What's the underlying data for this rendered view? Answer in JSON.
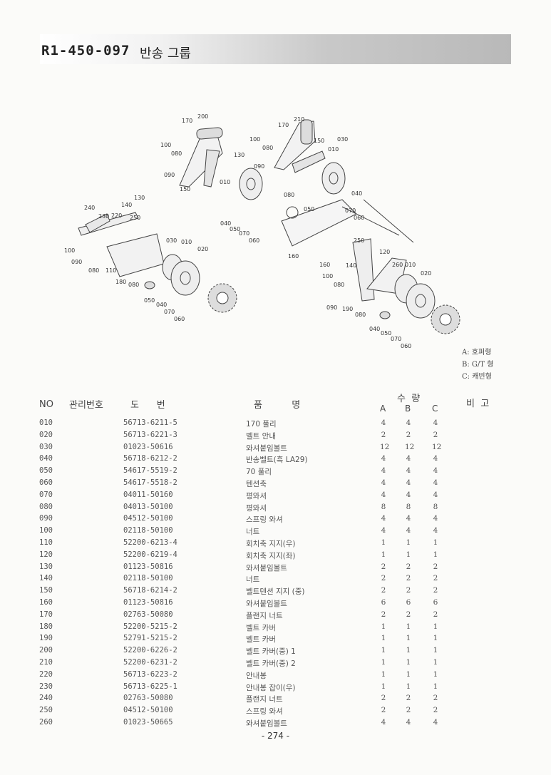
{
  "header": {
    "code": "R1-450-097",
    "title": "반송 그룹"
  },
  "legend": [
    "A: 호퍼형",
    "B: G/T 형",
    "C: 캐빈형"
  ],
  "diagram": {
    "callouts": [
      "170",
      "200",
      "100",
      "080",
      "090",
      "150",
      "170",
      "210",
      "100",
      "080",
      "130",
      "090",
      "150",
      "030",
      "010",
      "010",
      "080",
      "040",
      "130",
      "140",
      "240",
      "230",
      "220",
      "250",
      "100",
      "090",
      "080",
      "110",
      "030",
      "010",
      "020",
      "180",
      "080",
      "050",
      "040",
      "070",
      "060",
      "040",
      "050",
      "070",
      "060",
      "050",
      "070",
      "060",
      "160",
      "160",
      "250",
      "140",
      "120",
      "260",
      "010",
      "020",
      "100",
      "080",
      "090",
      "190",
      "080",
      "040",
      "050",
      "070",
      "060"
    ]
  },
  "table": {
    "headers": {
      "no": "NO",
      "mgmt": "관리번호",
      "drawing": "도      번",
      "name": "품          명",
      "qty": "수  량",
      "a": "A",
      "b": "B",
      "c": "C",
      "remarks": "비  고"
    },
    "rows": [
      {
        "no": "010",
        "drawing": "56713-6211-5",
        "name": "170 풀리",
        "a": "4",
        "b": "4",
        "c": "4"
      },
      {
        "no": "020",
        "drawing": "56713-6221-3",
        "name": "벨트 안내",
        "a": "2",
        "b": "2",
        "c": "2"
      },
      {
        "no": "030",
        "drawing": "01023-50616",
        "name": "와셔붙임볼트",
        "a": "12",
        "b": "12",
        "c": "12"
      },
      {
        "no": "040",
        "drawing": "56718-6212-2",
        "name": "반송벨트(흑 LA29)",
        "a": "4",
        "b": "4",
        "c": "4"
      },
      {
        "no": "050",
        "drawing": "54617-5519-2",
        "name": "70 풀리",
        "a": "4",
        "b": "4",
        "c": "4"
      },
      {
        "no": "060",
        "drawing": "54617-5518-2",
        "name": "텐션축",
        "a": "4",
        "b": "4",
        "c": "4"
      },
      {
        "no": "070",
        "drawing": "04011-50160",
        "name": "평와셔",
        "a": "4",
        "b": "4",
        "c": "4"
      },
      {
        "no": "080",
        "drawing": "04013-50100",
        "name": "평와셔",
        "a": "8",
        "b": "8",
        "c": "8"
      },
      {
        "no": "090",
        "drawing": "04512-50100",
        "name": "스프링 와셔",
        "a": "4",
        "b": "4",
        "c": "4"
      },
      {
        "no": "100",
        "drawing": "02118-50100",
        "name": "너트",
        "a": "4",
        "b": "4",
        "c": "4"
      },
      {
        "no": "110",
        "drawing": "52200-6213-4",
        "name": "회치축 지지(우)",
        "a": "1",
        "b": "1",
        "c": "1"
      },
      {
        "no": "120",
        "drawing": "52200-6219-4",
        "name": "회치축 지지(좌)",
        "a": "1",
        "b": "1",
        "c": "1"
      },
      {
        "no": "130",
        "drawing": "01123-50816",
        "name": "와셔붙임볼트",
        "a": "2",
        "b": "2",
        "c": "2"
      },
      {
        "no": "140",
        "drawing": "02118-50100",
        "name": "너트",
        "a": "2",
        "b": "2",
        "c": "2"
      },
      {
        "no": "150",
        "drawing": "56718-6214-2",
        "name": "벨트텐션 지지 (중)",
        "a": "2",
        "b": "2",
        "c": "2"
      },
      {
        "no": "160",
        "drawing": "01123-50816",
        "name": "와셔붙임볼트",
        "a": "6",
        "b": "6",
        "c": "6"
      },
      {
        "no": "170",
        "drawing": "02763-50080",
        "name": "플랜지 너트",
        "a": "2",
        "b": "2",
        "c": "2"
      },
      {
        "no": "180",
        "drawing": "52200-5215-2",
        "name": "벨트 카버",
        "a": "1",
        "b": "1",
        "c": "1"
      },
      {
        "no": "190",
        "drawing": "52791-5215-2",
        "name": "벨트 카버",
        "a": "1",
        "b": "1",
        "c": "1"
      },
      {
        "no": "200",
        "drawing": "52200-6226-2",
        "name": "벨트 카버(중) 1",
        "a": "1",
        "b": "1",
        "c": "1"
      },
      {
        "no": "210",
        "drawing": "52200-6231-2",
        "name": "벨트 카버(중) 2",
        "a": "1",
        "b": "1",
        "c": "1"
      },
      {
        "no": "220",
        "drawing": "56713-6223-2",
        "name": "안내봉",
        "a": "1",
        "b": "1",
        "c": "1"
      },
      {
        "no": "230",
        "drawing": "56713-6225-1",
        "name": "안내봉 잡이(우)",
        "a": "1",
        "b": "1",
        "c": "1"
      },
      {
        "no": "240",
        "drawing": "02763-50080",
        "name": "플랜지 너트",
        "a": "2",
        "b": "2",
        "c": "2"
      },
      {
        "no": "250",
        "drawing": "04512-50100",
        "name": "스프링 와셔",
        "a": "2",
        "b": "2",
        "c": "2"
      },
      {
        "no": "260",
        "drawing": "01023-50665",
        "name": "와셔붙임볼트",
        "a": "4",
        "b": "4",
        "c": "4"
      }
    ]
  },
  "footer": {
    "page": "- 274 -"
  }
}
